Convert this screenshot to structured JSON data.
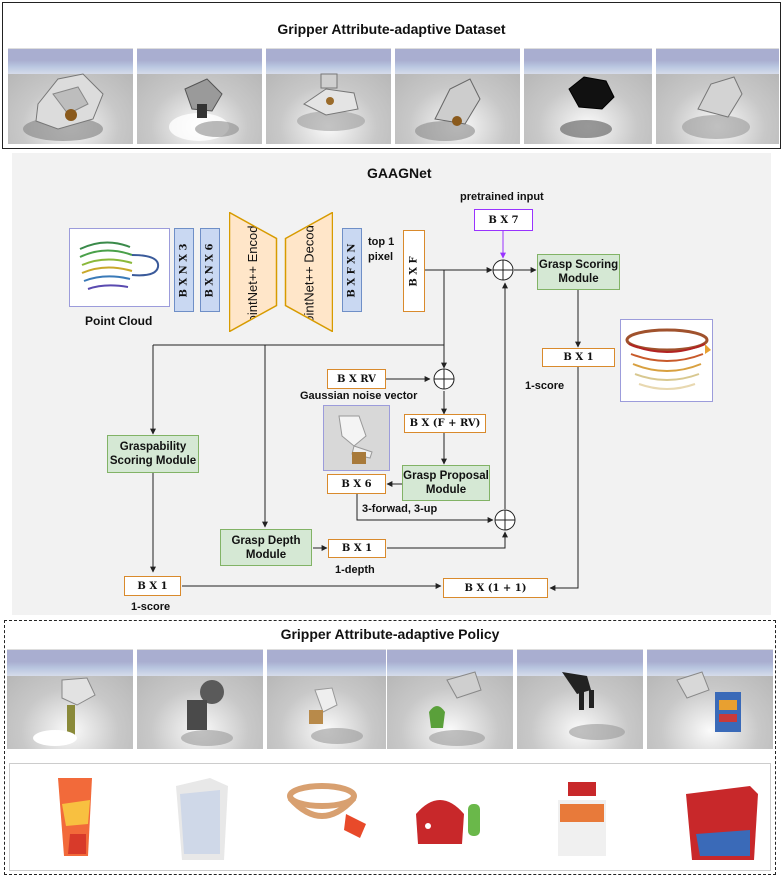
{
  "dataset": {
    "title": "Gripper Attribute-adaptive Dataset"
  },
  "network": {
    "title": "GAAGNet",
    "point_cloud_label": "Point Cloud",
    "dims": {
      "bxnx3": "B X N X 3",
      "bxnx6": "B X N X 6",
      "bxfxn": "B X F X N",
      "bxf": "B X F",
      "bx7": "B X 7",
      "bx1_grasp": "B X 1",
      "bxrv": "B X RV",
      "bxfrv": "B X (F + RV)",
      "bx6": "B X 6",
      "bx1_depth": "B X 1",
      "bx1_score": "B X 1",
      "bx11": "B X (1 + 1)"
    },
    "encoder": "PointNet++ Encoder",
    "decoder": "PointNet++ Decoder",
    "labels": {
      "top1_pixel": "top 1\npixel",
      "pretrained_input": "pretrained input",
      "gaussian_noise": "Gaussian noise vector",
      "one_score_right": "1-score",
      "three_forward_up": "3-forwad, 3-up",
      "one_depth": "1-depth",
      "one_score_bottom": "1-score"
    },
    "modules": {
      "grasp_scoring": "Grasp Scoring Module",
      "graspability": "Graspability Scoring Module",
      "grasp_proposal": "Grasp Proposal Module",
      "grasp_depth": "Grasp Depth Module"
    },
    "colors": {
      "blue_fill": "#c9d8f2",
      "orange_border": "#d98a2c",
      "green_fill": "#d5e8d4",
      "purple_border": "#9933ff",
      "trap_fill": "#ffe6c9"
    }
  },
  "policy": {
    "title": "Gripper Attribute-adaptive Policy"
  }
}
